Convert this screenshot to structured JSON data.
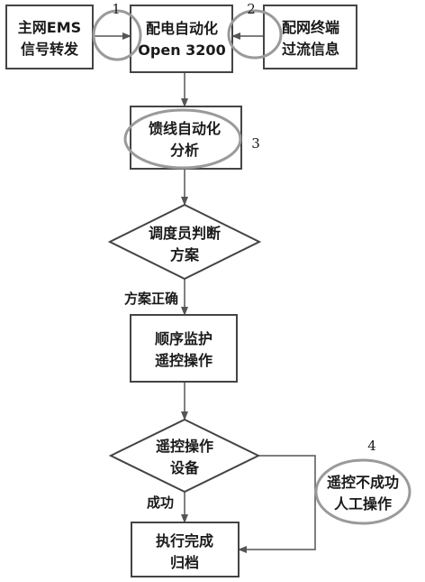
{
  "nodes": {
    "ems": [
      "主网EMS",
      "信号转发"
    ],
    "open3200": [
      "配电自动化",
      "Open 3200"
    ],
    "terminal": [
      "配网终端",
      "过流信息"
    ],
    "feeder": [
      "馈线自动化",
      "分析"
    ],
    "dispatcher": [
      "调度员判断",
      "方案"
    ],
    "sequence": [
      "顺序监护",
      "遥控操作"
    ],
    "equipment": [
      "遥控操作",
      "设备"
    ],
    "archive": [
      "执行完成",
      "归档"
    ],
    "manual": [
      "遥控不成功",
      "人工操作"
    ]
  },
  "edge_labels": {
    "plan_correct": "方案正确",
    "success": "成功"
  },
  "callouts": {
    "n1": "1",
    "n2": "2",
    "n3": "3",
    "n4": "4"
  }
}
